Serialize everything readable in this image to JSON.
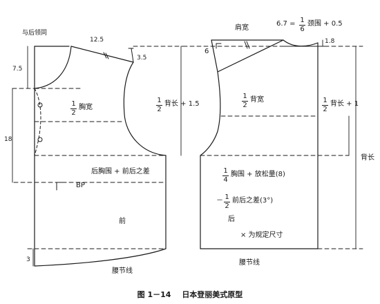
{
  "diagram": {
    "caption": {
      "figure_no": "图 1－14",
      "title": "日本登丽美式原型"
    },
    "front": {
      "side_seam_note": "与后领同",
      "shoulder_width_value": "12.5",
      "shoulder_slope_value": "3.5",
      "neck_depth_value": "7.5",
      "bust_point_height": "18",
      "chest_width_num": "1",
      "chest_width_den": "2",
      "chest_width_text": "胸宽",
      "back_length_num": "1",
      "back_length_den": "2",
      "back_length_text": "背长 + 1.5",
      "bust_diff_text": "后胸围 + 前后之差",
      "bp_label": "BP",
      "front_label": "前",
      "hem_drop_value": "3",
      "waist_line_label": "腰节线"
    },
    "back": {
      "shoulder_width_label": "肩宽",
      "neck_formula_prefix": "6.7 = ",
      "neck_formula_num": "1",
      "neck_formula_den": "6",
      "neck_formula_suffix": "颈围 + 0.5",
      "neck_rise_value": "1.8",
      "shoulder_drop_value": "6",
      "back_width_num": "1",
      "back_width_den": "2",
      "back_width_text": "背宽",
      "back_length_num": "1",
      "back_length_den": "2",
      "back_length_text": "背长 + 1",
      "total_back_length_label": "背长",
      "bust_quarter_num": "1",
      "bust_quarter_den": "4",
      "bust_quarter_text": "胸围 + 放松量(8)",
      "diff_prefix": "－",
      "diff_num": "1",
      "diff_den": "2",
      "diff_text": "前后之差(3°)",
      "back_label": "后",
      "note": "× 为规定尺寸",
      "waist_line_label": "腰节线"
    }
  }
}
